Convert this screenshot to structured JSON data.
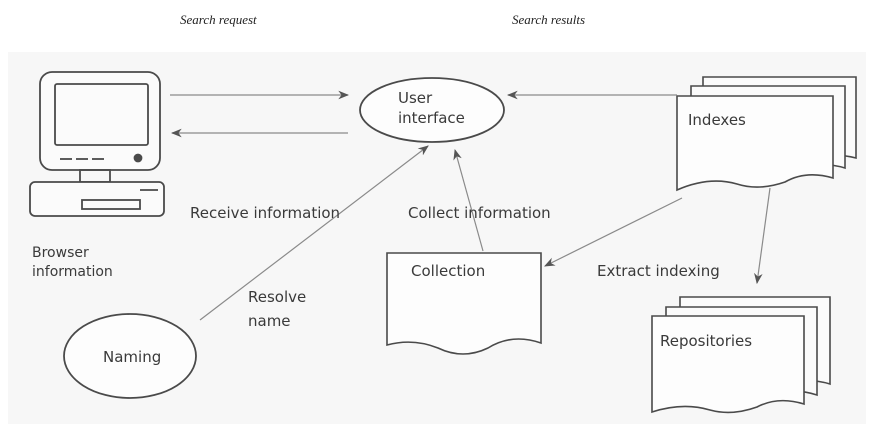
{
  "header": {
    "search_request": "Search request",
    "search_results": "Search results"
  },
  "nodes": {
    "user_interface": [
      "User",
      "interface"
    ],
    "indexes": "Indexes",
    "collection": "Collection",
    "repositories": "Repositories",
    "naming": "Naming",
    "browser": [
      "Browser",
      "information"
    ]
  },
  "edges": {
    "receive_information": "Receive information",
    "collect_information": "Collect information",
    "resolve_name": [
      "Resolve",
      "name"
    ],
    "extract_indexing": "Extract indexing"
  },
  "colors": {
    "panel": "#f7f7f7",
    "stroke": "#4a4a4a",
    "arrow": "#8a8a8a",
    "text": "#3a3a3a"
  }
}
